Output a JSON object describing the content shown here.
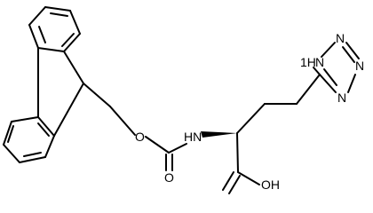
{
  "structure": {
    "atoms": {
      "ester_oxygen": "O",
      "carbonyl_oxygen": "O",
      "nh_label": "HN",
      "acid_label": "OH",
      "tetrazole_nh": "1H",
      "tetrazole_n": "N",
      "tetrazole_n2": "N",
      "tetrazole_n3": "N",
      "tetrazole_n4": "N"
    },
    "colors": {
      "ink": "#000000",
      "background": "#ffffff"
    }
  }
}
